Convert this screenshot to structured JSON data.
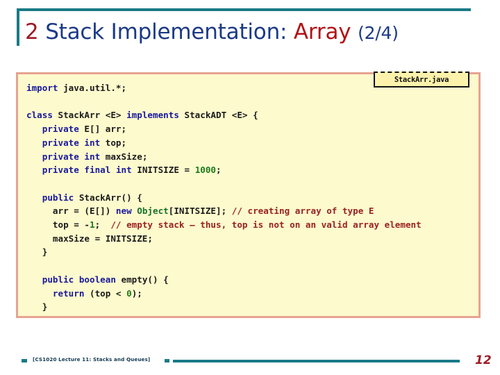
{
  "slide": {
    "title": {
      "number": "2",
      "main": "Stack Implementation:",
      "accent": "Array",
      "sub": "(2/4)"
    },
    "file_label": "StackArr.java",
    "code_lines": [
      [
        {
          "t": "import",
          "c": "kw"
        },
        {
          "t": " java.util.*;",
          "c": "pl"
        }
      ],
      [],
      [
        {
          "t": "class",
          "c": "kw"
        },
        {
          "t": " StackArr ",
          "c": "pl"
        },
        {
          "t": "<E>",
          "c": "pl"
        },
        {
          "t": " ",
          "c": "pl"
        },
        {
          "t": "implements",
          "c": "kw"
        },
        {
          "t": " StackADT ",
          "c": "pl"
        },
        {
          "t": "<E>",
          "c": "pl"
        },
        {
          "t": " {",
          "c": "pl"
        }
      ],
      [
        {
          "t": "   ",
          "c": "pl"
        },
        {
          "t": "private",
          "c": "kw"
        },
        {
          "t": " E[] arr;",
          "c": "pl"
        }
      ],
      [
        {
          "t": "   ",
          "c": "pl"
        },
        {
          "t": "private",
          "c": "kw"
        },
        {
          "t": " ",
          "c": "pl"
        },
        {
          "t": "int",
          "c": "kw"
        },
        {
          "t": " top;",
          "c": "pl"
        }
      ],
      [
        {
          "t": "   ",
          "c": "pl"
        },
        {
          "t": "private",
          "c": "kw"
        },
        {
          "t": " ",
          "c": "pl"
        },
        {
          "t": "int",
          "c": "kw"
        },
        {
          "t": " maxSize;",
          "c": "pl"
        }
      ],
      [
        {
          "t": "   ",
          "c": "pl"
        },
        {
          "t": "private",
          "c": "kw"
        },
        {
          "t": " ",
          "c": "pl"
        },
        {
          "t": "final",
          "c": "kw"
        },
        {
          "t": " ",
          "c": "pl"
        },
        {
          "t": "int",
          "c": "kw"
        },
        {
          "t": " INITSIZE = ",
          "c": "pl"
        },
        {
          "t": "1000",
          "c": "num"
        },
        {
          "t": ";",
          "c": "pl"
        }
      ],
      [],
      [
        {
          "t": "   ",
          "c": "pl"
        },
        {
          "t": "public",
          "c": "kw"
        },
        {
          "t": " StackArr() {",
          "c": "pl"
        }
      ],
      [
        {
          "t": "     arr = (E[]) ",
          "c": "pl"
        },
        {
          "t": "new",
          "c": "kw"
        },
        {
          "t": " ",
          "c": "pl"
        },
        {
          "t": "Object",
          "c": "typ"
        },
        {
          "t": "[INITSIZE]; ",
          "c": "pl"
        },
        {
          "t": "// creating array of type E",
          "c": "cm"
        }
      ],
      [
        {
          "t": "     top = -",
          "c": "pl"
        },
        {
          "t": "1",
          "c": "num"
        },
        {
          "t": ";  ",
          "c": "pl"
        },
        {
          "t": "// empty stack – thus, top is not on an valid array element",
          "c": "cm"
        }
      ],
      [
        {
          "t": "     maxSize = INITSIZE;",
          "c": "pl"
        }
      ],
      [
        {
          "t": "   }",
          "c": "pl"
        }
      ],
      [],
      [
        {
          "t": "   ",
          "c": "pl"
        },
        {
          "t": "public",
          "c": "kw"
        },
        {
          "t": " ",
          "c": "pl"
        },
        {
          "t": "boolean",
          "c": "kw"
        },
        {
          "t": " empty() {",
          "c": "pl"
        }
      ],
      [
        {
          "t": "     ",
          "c": "pl"
        },
        {
          "t": "return",
          "c": "kw"
        },
        {
          "t": " (top < ",
          "c": "pl"
        },
        {
          "t": "0",
          "c": "num"
        },
        {
          "t": ");",
          "c": "pl"
        }
      ],
      [
        {
          "t": "   }",
          "c": "pl"
        }
      ]
    ],
    "footer": {
      "text": "[CS1020 Lecture 11: Stacks and Queues]",
      "page_number": "12"
    },
    "colors": {
      "teal_rule": "#1a7a86",
      "title_navy": "#1b3a86",
      "title_red": "#b01216",
      "code_bg": "#fdfacd",
      "code_border": "#e6a392",
      "label_bg": "#fdf2ab",
      "keyword": "#19199c",
      "comment": "#992121",
      "number": "#1a7a1a",
      "type": "#19702a"
    }
  }
}
